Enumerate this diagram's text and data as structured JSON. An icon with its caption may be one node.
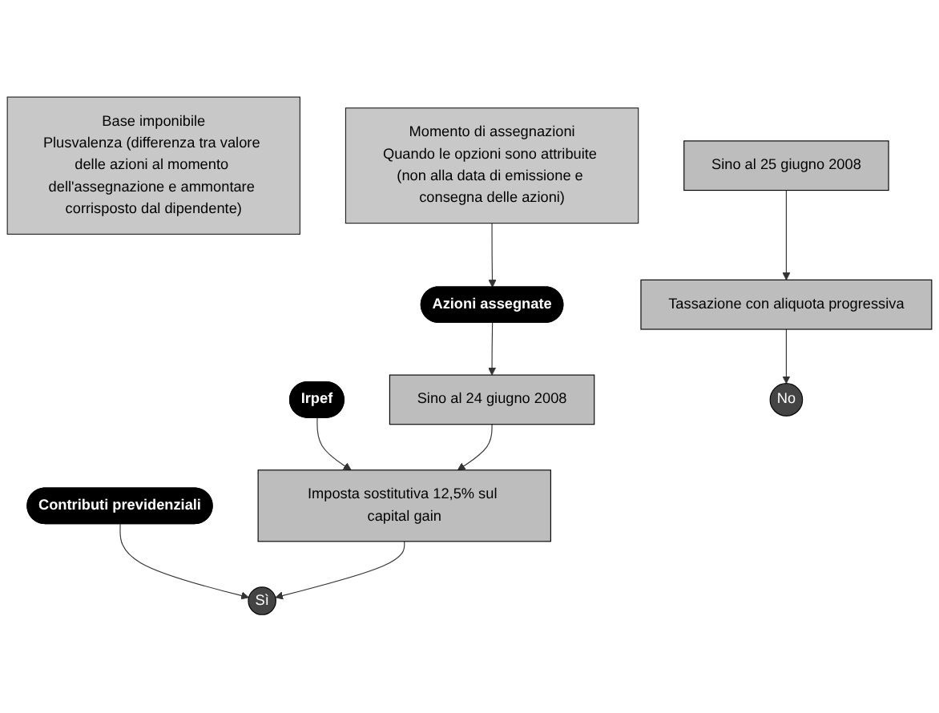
{
  "diagram": {
    "nodes": [
      {
        "text": [
          "Base imponibile",
          "Plusvalenza (differenza tra valore delle azioni al momento dell'assegnazione e ammontare corrisposto dal dipendente)"
        ]
      },
      {
        "text": [
          "Momento di assegnazioni",
          "Quando le opzioni sono attribuite (non alla data di emissione e consegna delle azioni)"
        ]
      },
      {
        "text": [
          "Azioni assegnate"
        ]
      },
      {
        "text": [
          "Irpef"
        ]
      },
      {
        "text": [
          "Contributi previdenziali"
        ]
      },
      {
        "text": [
          "Sino al 24 giugno 2008"
        ]
      },
      {
        "text": [
          "Imposta sostitutiva 12,5% sul capital gain"
        ]
      },
      {
        "text": [
          "Sì"
        ]
      },
      {
        "text": [
          "Sino al 25 giugno 2008"
        ]
      },
      {
        "text": [
          "Tassazione con aliquota progressiva"
        ]
      },
      {
        "text": [
          "No"
        ]
      }
    ],
    "edges": [
      {
        "from": 1,
        "to": 2,
        "arrow": "to"
      },
      {
        "from": 2,
        "to": 5,
        "arrow": "to"
      },
      {
        "from": 3,
        "to": 6,
        "arrow": "to"
      },
      {
        "from": 4,
        "to": 7,
        "arrow": "to"
      },
      {
        "from": 5,
        "to": 6,
        "arrow": "to"
      },
      {
        "from": 6,
        "to": 7,
        "arrow": "to"
      },
      {
        "from": 8,
        "to": 9,
        "arrow": "to"
      },
      {
        "from": 9,
        "to": 10,
        "arrow": "to"
      }
    ]
  }
}
